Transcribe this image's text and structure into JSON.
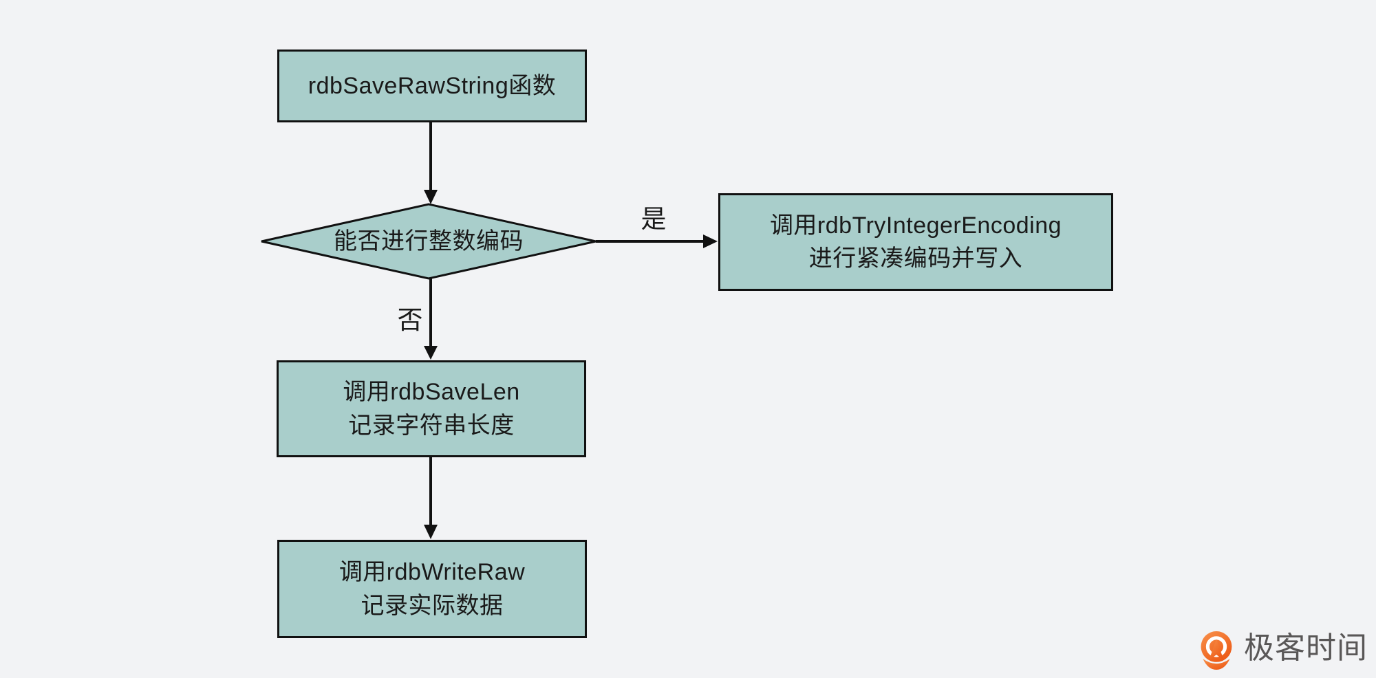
{
  "diagram": {
    "nodes": {
      "start": {
        "lines": [
          "rdbSaveRawString函数"
        ]
      },
      "decision": {
        "lines": [
          "能否进行整数编码"
        ]
      },
      "try_integer_encoding": {
        "lines": [
          "调用rdbTryIntegerEncoding",
          "进行紧凑编码并写入"
        ]
      },
      "save_len": {
        "lines": [
          "调用rdbSaveLen",
          "记录字符串长度"
        ]
      },
      "write_raw": {
        "lines": [
          "调用rdbWriteRaw",
          "记录实际数据"
        ]
      }
    },
    "edge_labels": {
      "yes": "是",
      "no": "否"
    }
  },
  "footer": {
    "brand_name": "极客时间",
    "brand_icon": "geektime-logo-icon"
  },
  "colors": {
    "background": "#f2f3f5",
    "node-fill": "#a9cecb",
    "node-border": "#111111",
    "arrow": "#111111",
    "text": "#1a1a1a",
    "brand-orange": "#ed5a16",
    "brand-orange-light": "#f8914b",
    "brand-text": "#595757"
  }
}
